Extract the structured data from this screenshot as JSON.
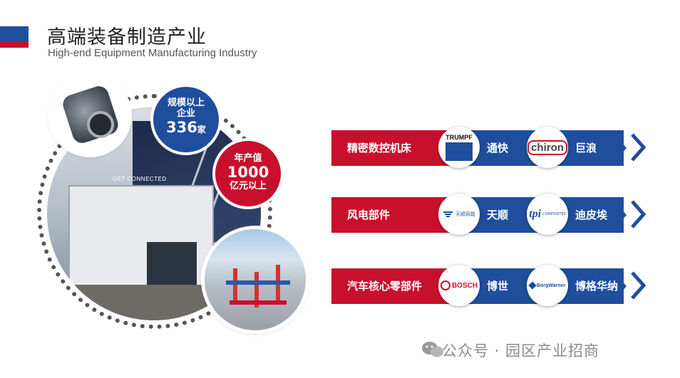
{
  "header": {
    "title": "高端装备制造产业",
    "subtitle": "High-end Equipment Manufacturing Industry"
  },
  "photo": {
    "banner_text": "GET CONNECTED"
  },
  "stats": [
    {
      "line1": "规模以上",
      "line2": "企业",
      "value": "336",
      "unit": "家"
    },
    {
      "line1": "年产值",
      "value": "1000",
      "line3": "亿元以上"
    }
  ],
  "rows": [
    {
      "category": "精密数控机床",
      "logo1": "TRUMPF",
      "company1": "通快",
      "logo2": "chiron",
      "company2": "巨浪"
    },
    {
      "category": "风电部件",
      "logo1": "天顺风能",
      "company1": "天顺",
      "logo2": "tpi",
      "logo2b": "COMPOSITES",
      "company2": "迪皮埃"
    },
    {
      "category": "汽车核心零部件",
      "logo1": "BOSCH",
      "company1": "博世",
      "logo2": "BorgWarner",
      "company2": "博格华纳"
    }
  ],
  "watermark": {
    "text": "公众号 · 园区产业招商"
  },
  "colors": {
    "blue": "#1f4e9c",
    "red": "#c8102e"
  }
}
